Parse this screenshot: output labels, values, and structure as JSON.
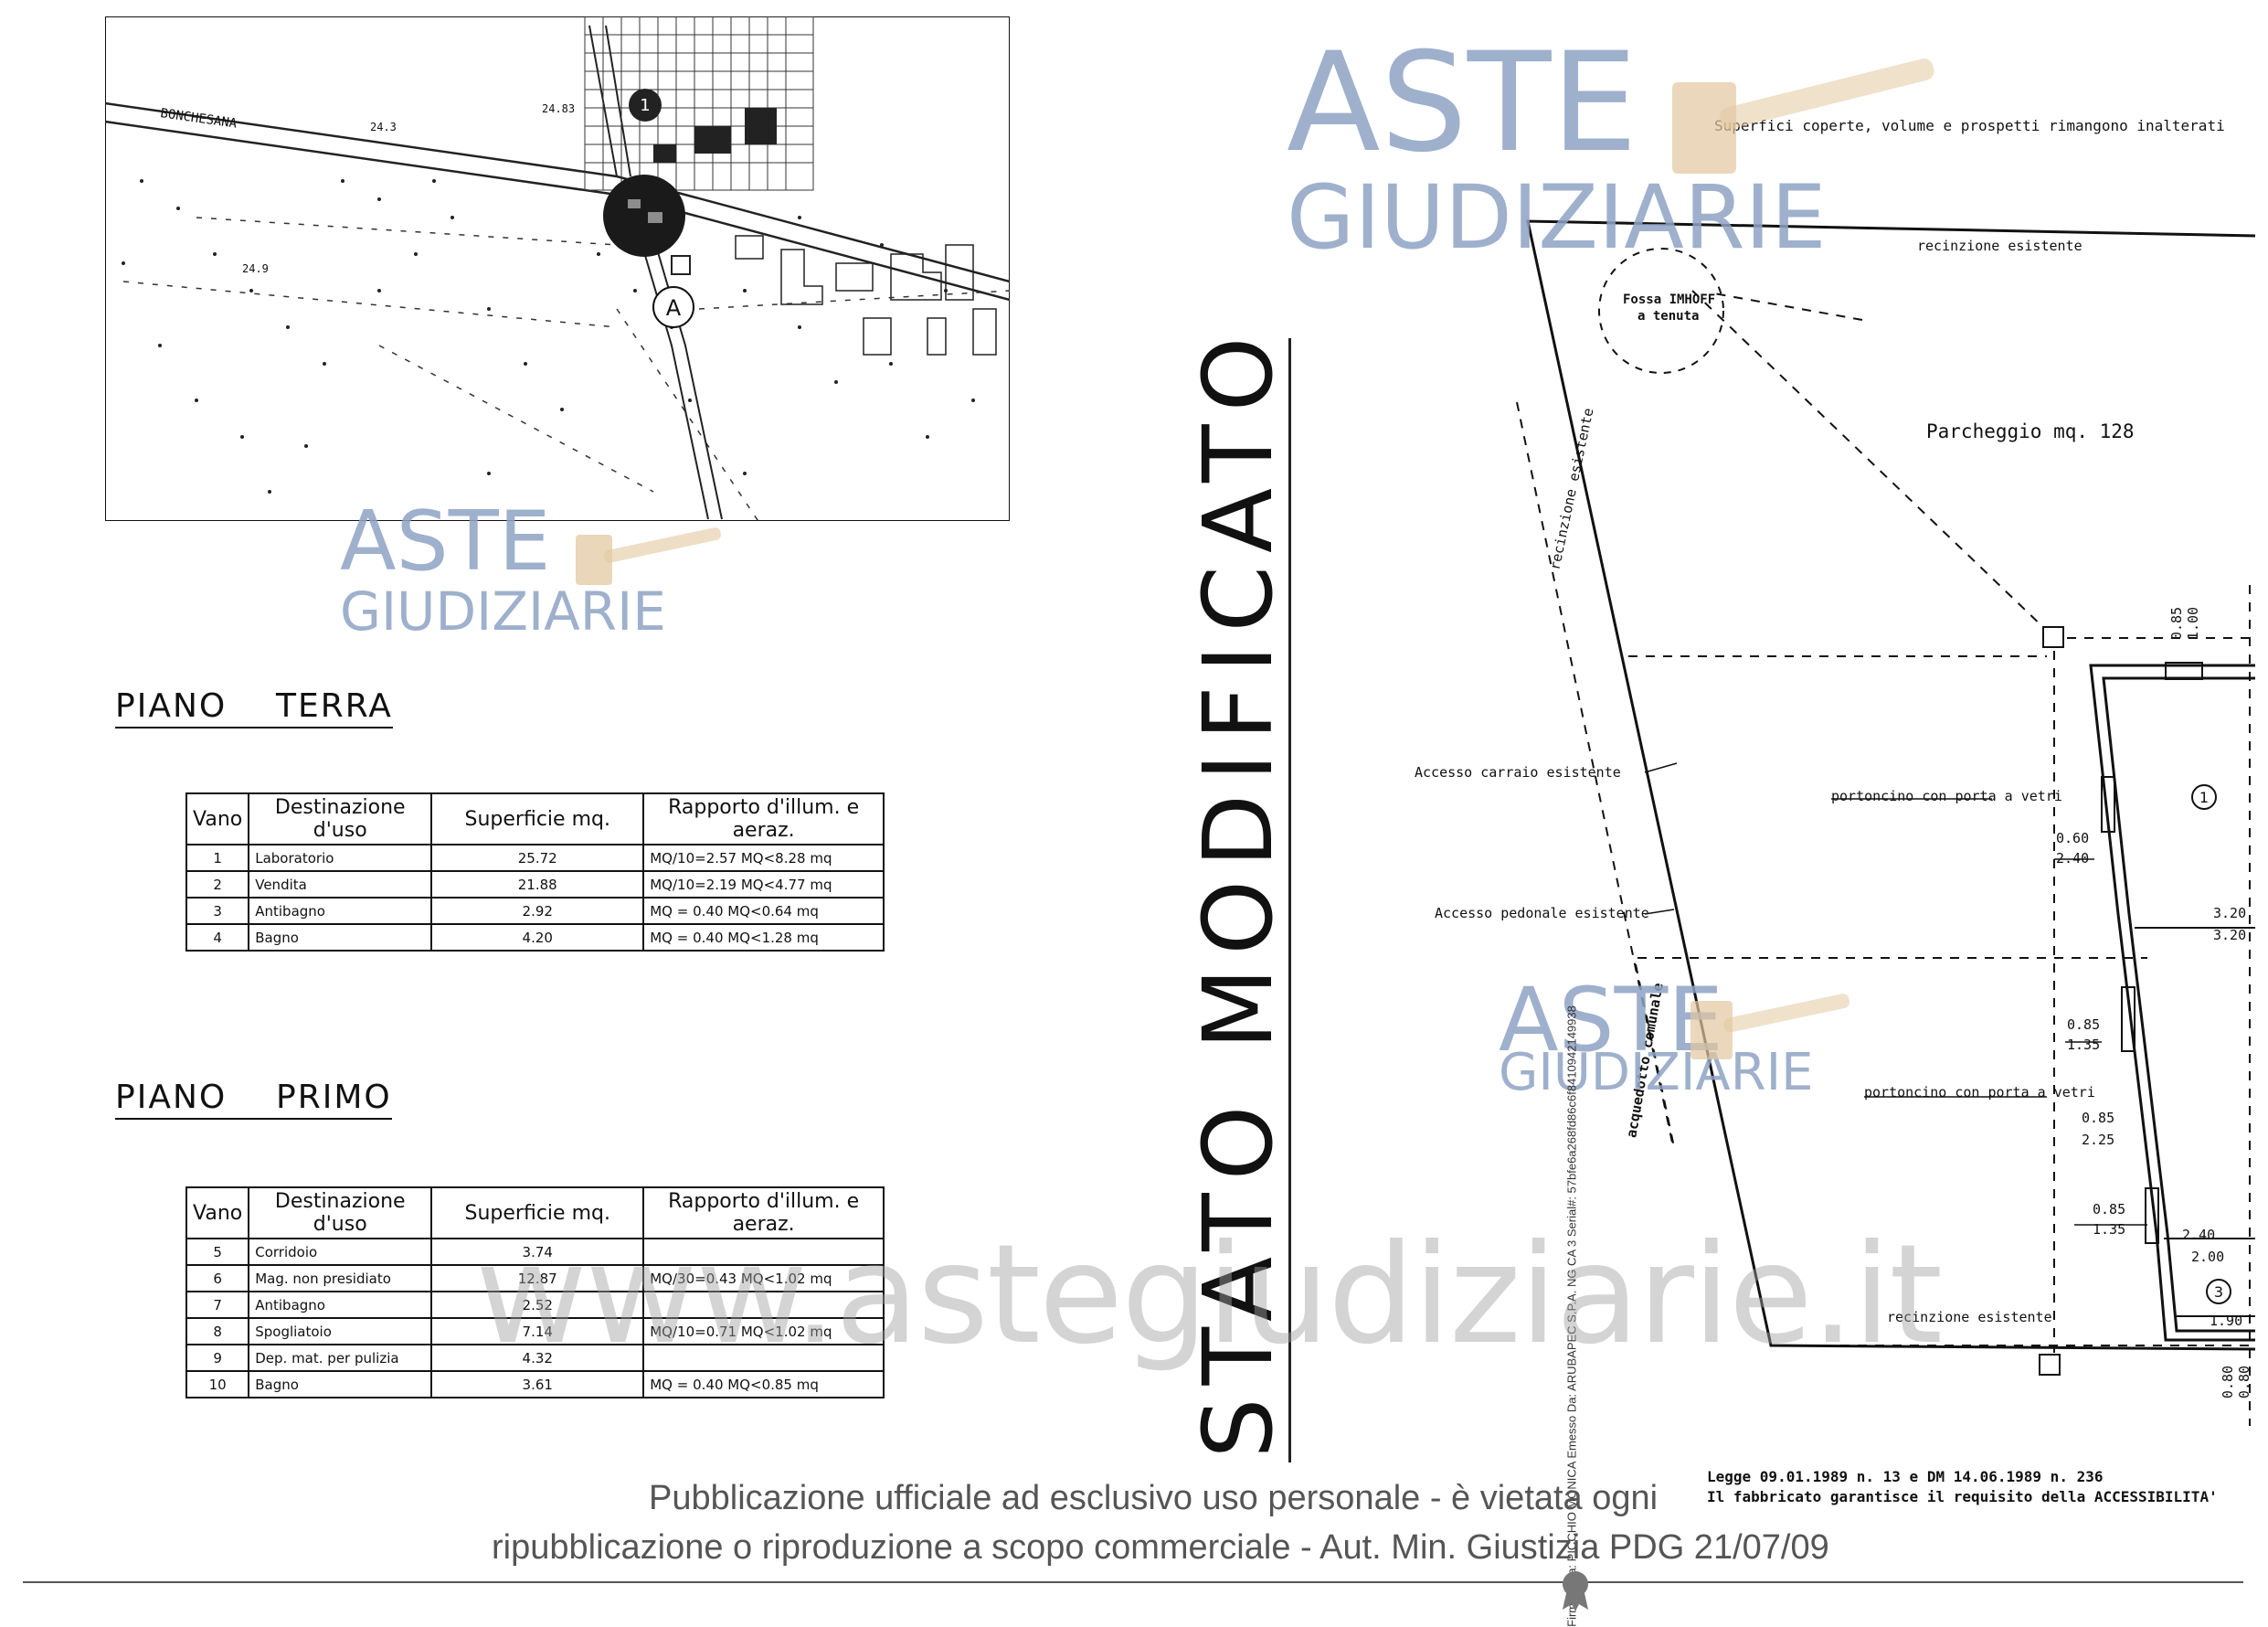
{
  "map": {
    "road_label": "BONCHESANA",
    "markers": [
      "1",
      "A"
    ],
    "elevations": [
      "24.3",
      "24.83",
      "24.9"
    ]
  },
  "watermark": {
    "line1": "ASTE",
    "line2": "GIUDIZIARIE",
    "url": "www.astegiudiziarie.it"
  },
  "ground_floor": {
    "title": "PIANO    TERRA",
    "headers": [
      "Vano",
      "Destinazione d'uso",
      "Superficie mq.",
      "Rapporto d'illum. e aeraz."
    ],
    "rows": [
      [
        "1",
        "Laboratorio",
        "25.72",
        "MQ/10=2.57   MQ<8.28 mq"
      ],
      [
        "2",
        "Vendita",
        "21.88",
        "MQ/10=2.19   MQ<4.77 mq"
      ],
      [
        "3",
        "Antibagno",
        "2.92",
        "MQ  =  0.40     MQ<0.64 mq"
      ],
      [
        "4",
        "Bagno",
        "4.20",
        "MQ  =  0.40     MQ<1.28 mq"
      ]
    ]
  },
  "first_floor": {
    "title": "PIANO    PRIMO",
    "headers": [
      "Vano",
      "Destinazione d'uso",
      "Superficie mq.",
      "Rapporto d'illum. e aeraz."
    ],
    "rows": [
      [
        "5",
        "Corridoio",
        "3.74",
        ""
      ],
      [
        "6",
        "Mag. non presidiato",
        "12.87",
        "MQ/30=0.43   MQ<1.02 mq"
      ],
      [
        "7",
        "Antibagno",
        "2.52",
        ""
      ],
      [
        "8",
        "Spogliatoio",
        "7.14",
        "MQ/10=0.71   MQ<1.02 mq"
      ],
      [
        "9",
        "Dep. mat. per pulizia",
        "4.32",
        ""
      ],
      [
        "10",
        "Bagno",
        "3.61",
        "MQ  =  0.40     MQ<0.85 mq"
      ]
    ]
  },
  "vertical_title": "STATO MODIFICATO",
  "plan": {
    "note_top": "Superfici coperte, volume e prospetti rimangono inalterati",
    "fence_top": "recinzione esistente",
    "fence_left": "recinzione esistente",
    "fence_bottom": "recinzione esistente",
    "septic_line1": "Fossa IMHOFF",
    "septic_line2": "a tenuta",
    "parking": "Parcheggio mq. 128",
    "access_driveway": "Accesso carraio esistente",
    "access_pedestrian": "Accesso pedonale esistente",
    "aqueduct": "acquedotto comunale",
    "door1": "portoncino con porta   a vetri",
    "door2": "portoncino con porta   a vetri",
    "room_markers": [
      "1",
      "3"
    ],
    "dims": {
      "d085_100_a": "0.85",
      "d085_100_b": "1.00",
      "d060": "0.60",
      "d240": "2.40",
      "d320a": "3.20",
      "d320b": "3.20",
      "d085a": "0.85",
      "d135a": "1.35",
      "d085b": "0.85",
      "d225": "2.25",
      "d085c": "0.85",
      "d135b": "1.35",
      "d240b": "2.40",
      "d200": "2.00",
      "d190": "1.90",
      "d080": "0.80",
      "d080b": "0.80"
    },
    "law_line1": "Legge 09.01.1989 n. 13 e DM 14.06.1989 n. 236",
    "law_line2": "Il fabbricato garantisce il requisito della ACCESSIBILITA'"
  },
  "signature": "Firmato Da: PICCHIO MONICA Emesso Da: ARUBAPEC S.P.A. NG CA 3 Serial#: 57bfe6a268fd86c6f8410942149938",
  "disclaimer": {
    "line1": "Pubblicazione ufficiale ad esclusivo uso personale - è vietata ogni",
    "line2": "ripubblicazione o riproduzione a scopo commerciale - Aut. Min. Giustizia PDG 21/07/09"
  },
  "colors": {
    "watermark_blue": "#8ea3c4",
    "gavel_gold": "#e3c8a0",
    "ink": "#111111"
  }
}
